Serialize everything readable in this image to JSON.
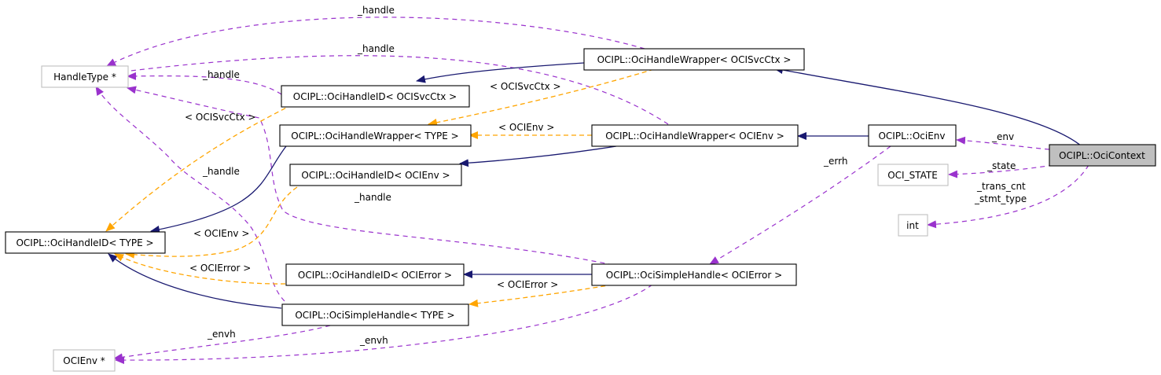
{
  "colors": {
    "inheritance": "#191970",
    "template_instance": "#ffa500",
    "usage": "#9a32cd",
    "external_border": "#bfbfbf",
    "focus_fill": "#bfbfbf"
  },
  "nodes": {
    "handle_type": "HandleType *",
    "ocienv_ptr": "OCIEnv *",
    "oci_state": "OCI_STATE",
    "int_type": "int",
    "handleid_type": "OCIPL::OciHandleID< TYPE >",
    "handleid_svcctx": "OCIPL::OciHandleID< OCISvcCtx >",
    "handleid_env": "OCIPL::OciHandleID< OCIEnv >",
    "handleid_error": "OCIPL::OciHandleID< OCIError >",
    "wrapper_type": "OCIPL::OciHandleWrapper< TYPE >",
    "wrapper_svcctx": "OCIPL::OciHandleWrapper< OCISvcCtx >",
    "wrapper_env": "OCIPL::OciHandleWrapper< OCIEnv >",
    "simple_type": "OCIPL::OciSimpleHandle< TYPE >",
    "simple_error": "OCIPL::OciSimpleHandle< OCIError >",
    "oci_env": "OCIPL::OciEnv",
    "oci_context": "OCIPL::OciContext"
  },
  "edge_labels": {
    "handle_1": "_handle",
    "handle_2": "_handle",
    "handle_3": "_handle",
    "handle_4": "_handle",
    "handle_5": "_handle",
    "svcctx_1": "< OCISvcCtx >",
    "svcctx_2": "< OCISvcCtx >",
    "ocienv_1": "< OCIEnv >",
    "ocienv_2": "< OCIEnv >",
    "ocierror_1": "< OCIError >",
    "ocierror_2": "< OCIError >",
    "env": "_env",
    "errh": "_errh",
    "state": "_state",
    "trans_cnt": "_trans_cnt",
    "stmt_type": "_stmt_type",
    "envh_1": "_envh",
    "envh_2": "_envh"
  }
}
